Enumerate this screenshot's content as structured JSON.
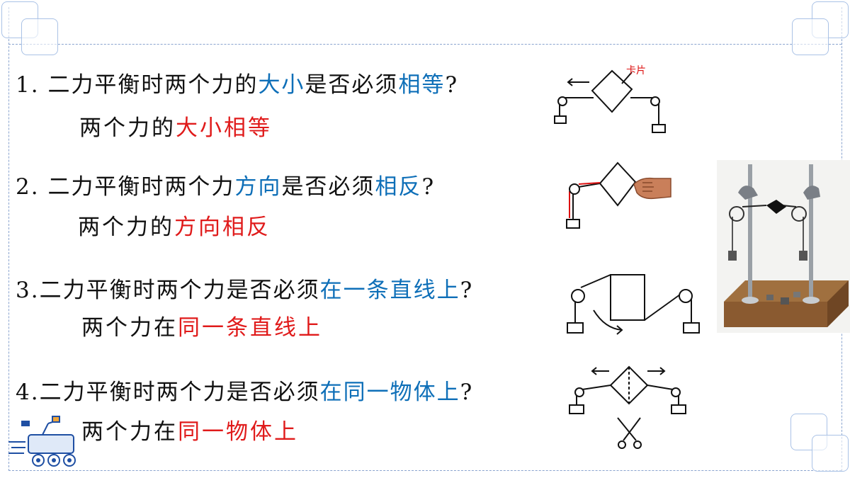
{
  "questions": [
    {
      "number": "1. ",
      "prefix": "二力平衡时两个力的",
      "key": "大小",
      "middle": "是否必须",
      "key2": "相等",
      "suffix": "?",
      "answer_prefix": "两个力的",
      "answer_key": "大小相等"
    },
    {
      "number": "2. ",
      "prefix": "二力平衡时两个力",
      "key": "方向",
      "middle": "是否必须",
      "key2": "相反",
      "suffix": "?",
      "answer_prefix": "两个力的",
      "answer_key": "方向相反"
    },
    {
      "number": "3.",
      "prefix": "二力平衡时两个力是否必须",
      "key": "在一条直线上",
      "suffix": "?",
      "answer_prefix": "两个力在",
      "answer_key": "同一条直线上"
    },
    {
      "number": "4.",
      "prefix": "二力平衡时两个力是否必须",
      "key": "在同一物体上",
      "suffix": "?",
      "answer_prefix": "两个力在",
      "answer_key": "同一物体上"
    }
  ],
  "figure1": {
    "card_label": "卡片"
  },
  "colors": {
    "question_key": "#0e6fb8",
    "answer_key": "#e01b1b",
    "frame": "#8aa4cf"
  }
}
